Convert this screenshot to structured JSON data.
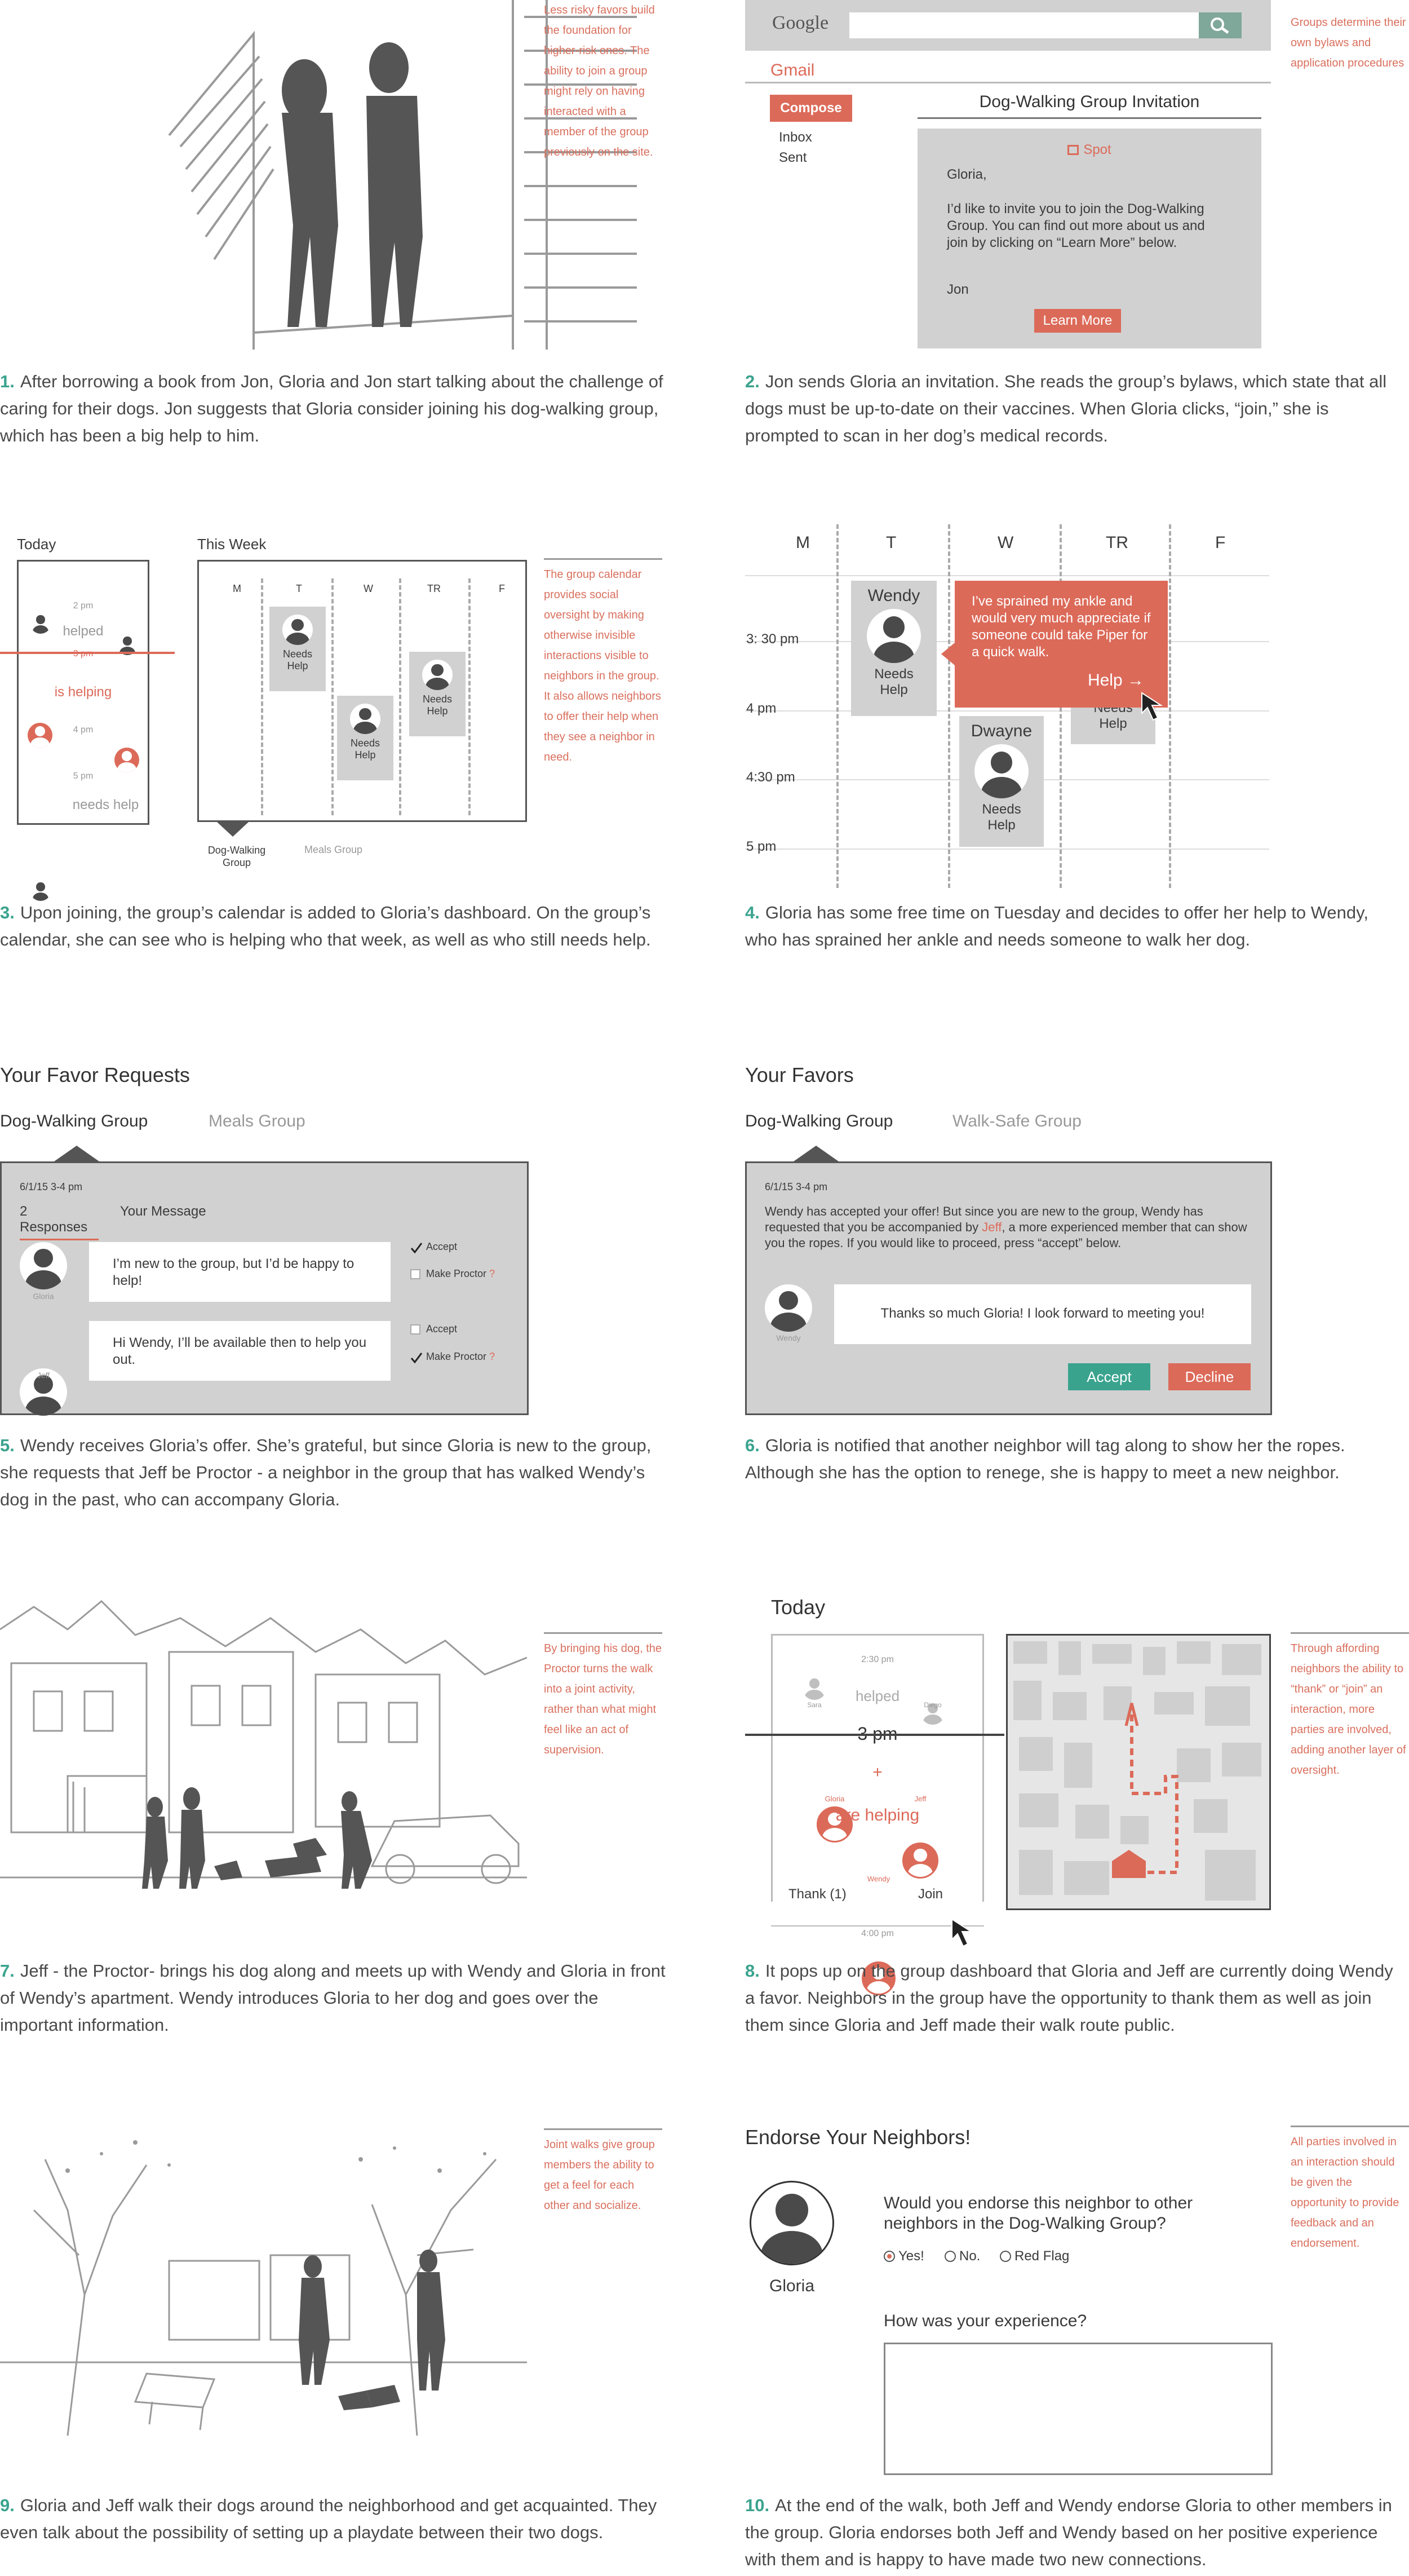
{
  "notes": {
    "n1": "Less risky favors build the foundation for higher-risk ones. The ability to join a group might rely on having interacted with a member of the group previously on the site.",
    "n2": "Groups determine their own bylaws and application procedures",
    "n3": "The group calendar provides social oversight by making otherwise invisible interactions visible to neighbors in the group. It also allows neighbors to offer their help when they see a neighbor in need.",
    "n7": "By bringing his dog, the Proctor turns the walk into a joint activity, rather than what might feel like an act of supervision.",
    "n8": "Through affording neighbors the ability to “thank” or “join” an interaction, more parties are involved, adding another layer of oversight.",
    "n9": "Joint walks give group members the ability to get a feel for each other and socialize.",
    "n10": "All parties involved in an interaction should be given the opportunity to provide feedback and an endorsement."
  },
  "captions": {
    "c1": {
      "num": "1.",
      "text": "After borrowing a book from Jon, Gloria and Jon start talking about the challenge of caring for their dogs. Jon suggests that Gloria consider joining his dog-walking group, which has been a big help to him."
    },
    "c2": {
      "num": "2.",
      "text": "Jon sends Gloria an invitation. She reads the group’s bylaws, which state that all dogs must be up-to-date on their vaccines. When Gloria clicks, “join,” she is prompted to scan in her dog’s medical records."
    },
    "c3": {
      "num": "3.",
      "text": "Upon joining, the group’s calendar is added to Gloria’s dashboard. On the group’s calendar, she can see who is helping who that week, as well as who still needs help."
    },
    "c4": {
      "num": "4.",
      "text": "Gloria has some free time on Tuesday and decides to offer her help to Wendy, who has sprained her ankle and needs someone to walk her dog."
    },
    "c5": {
      "num": "5.",
      "text": "Wendy receives Gloria’s offer. She’s grateful, but since Gloria is new to the group, she requests that Jeff be Proctor - a neighbor in the group that has walked Wendy’s dog in the past, who can accompany Gloria."
    },
    "c6": {
      "num": "6.",
      "text": "Gloria is notified that another neighbor will tag along to show her the ropes. Although she has the option to renege, she is happy to meet a new neighbor."
    },
    "c7": {
      "num": "7.",
      "text": "Jeff - the Proctor- brings his dog along and meets up with Wendy and Gloria in front of Wendy’s apartment. Wendy introduces Gloria to her dog and goes over the important information."
    },
    "c8": {
      "num": "8.",
      "text": "It pops up on the group dashboard that Gloria and Jeff are currently doing Wendy a favor. Neighbors in the group have the opportunity to thank them as well as join them since Gloria and Jeff made their walk route public."
    },
    "c9": {
      "num": "9.",
      "text": "Gloria and Jeff walk their dogs around the neighborhood and get acquainted. They even talk about the possibility of setting up a playdate between their two dogs."
    },
    "c10": {
      "num": "10.",
      "text": "At the end of the walk, both Jeff and Wendy endorse Gloria to other members in the group. Gloria endorses both Jeff and Wendy based on her positive experience with them and is happy to have made two new connections."
    }
  },
  "gmail": {
    "brand": "Google",
    "app": "Gmail",
    "compose": "Compose",
    "inbox": "Inbox",
    "sent": "Sent",
    "subject": "Dog-Walking Group Invitation",
    "spot": "Spot",
    "greeting": "Gloria,",
    "body": "I’d like to invite you to join the Dog-Walking Group. You can find out more about us and join by clicking on “Learn More” below.",
    "sign": "Jon",
    "learn_more": "Learn More"
  },
  "today_cal": {
    "title": "Today",
    "t2": "2 pm",
    "helped": "helped",
    "t3": "3 pm",
    "helping": "is helping",
    "t4": "4 pm",
    "t5": "5 pm",
    "needs": "needs help"
  },
  "week_cal": {
    "title": "This Week",
    "days": [
      "M",
      "T",
      "W",
      "TR",
      "F"
    ],
    "needs": "Needs Help",
    "group1": "Dog-Walking Group",
    "group2": "Meals Group"
  },
  "big_cal": {
    "days": [
      "M",
      "T",
      "W",
      "TR",
      "F"
    ],
    "times": [
      "3: 30 pm",
      "4 pm",
      "4:30 pm",
      "5 pm"
    ],
    "wendy": "Wendy",
    "dwayne": "Dwayne",
    "needs": "Needs Help",
    "popup": "I’ve sprained my ankle and would very much appreciate if someone could take Piper for a quick walk.",
    "help": "Help →"
  },
  "requests": {
    "title": "Your Favor Requests",
    "tab1": "Dog-Walking Group",
    "tab2": "Meals Group",
    "date": "6/1/15   3-4 pm",
    "responses": "2 Responses",
    "your_message": "Your Message",
    "msg1": "I’m new to the group, but I’d be happy to help!",
    "msg2": "Hi Wendy, I’ll be available then to help you out.",
    "name1": "Gloria",
    "name2": "Jeff",
    "accept": "Accept",
    "proctor": "Make Proctor",
    "q": "?"
  },
  "favors": {
    "title": "Your Favors",
    "tab1": "Dog-Walking Group",
    "tab2": "Walk-Safe Group",
    "date": "6/1/15   3-4 pm",
    "notice1": "Wendy has accepted your offer! But since you are new to the group, Wendy has requested that you be accompanied by ",
    "jeff": "Jeff",
    "notice2": ", a more experienced member that can show you the ropes. If you would like to proceed, press “accept” below.",
    "reply": "Thanks so much Gloria! I look forward to meeting you!",
    "name": "Wendy",
    "accept": "Accept",
    "decline": "Decline"
  },
  "dash": {
    "title": "Today",
    "t230": "2:30 pm",
    "helped": "helped",
    "sara": "Sara",
    "diego": "Diego",
    "t3": "3 pm",
    "gloria": "Gloria",
    "jeff": "Jeff",
    "plus": "+",
    "helping": "are helping",
    "wendy": "Wendy",
    "thank": "Thank (1)",
    "join": "Join",
    "t4": "4:00 pm"
  },
  "endorse": {
    "title": "Endorse Your Neighbors!",
    "name": "Gloria",
    "question": "Would you endorse this neighbor to other neighbors in the Dog-Walking Group?",
    "yes": "Yes!",
    "no": "No.",
    "flag": "Red Flag",
    "exp": "How was your experience?"
  },
  "colors": {
    "accent": "#dc6a59",
    "green": "#3aa38e",
    "panel": "#d1d1d1"
  }
}
